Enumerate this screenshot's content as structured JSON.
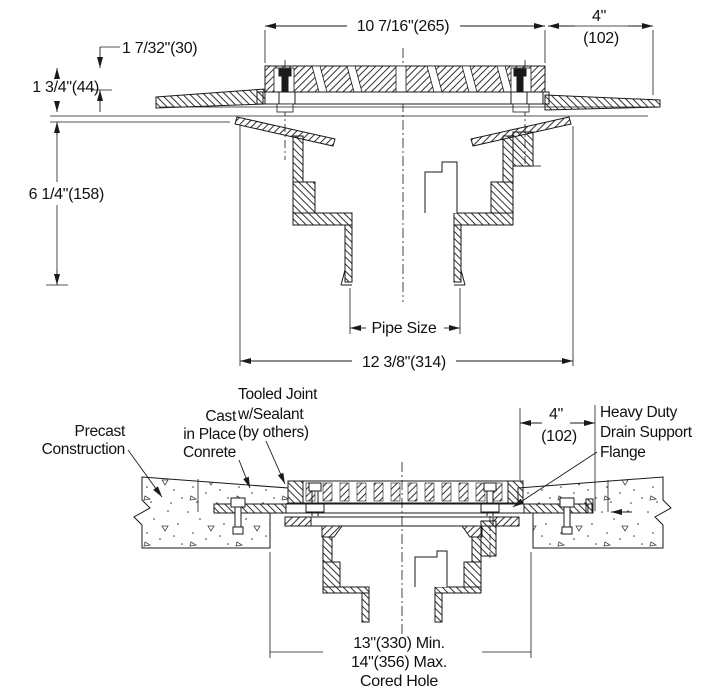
{
  "drawing": {
    "figure1": {
      "dim_grate_width": "10 7/16\"(265)",
      "dim_flange_width": "4\"",
      "dim_flange_width_mm": "(102)",
      "dim_grate_reveal": "1 7/32\"(30)",
      "dim_frame_height": "1 3/4\"(44)",
      "dim_sump_depth": "6 1/4\"(158)",
      "pipe_size_label": "Pipe Size",
      "dim_overall_width": "12 3/8\"(314)"
    },
    "figure2": {
      "precast_line1": "Precast",
      "precast_line2": "Construction",
      "cast_line1": "Cast",
      "cast_line2": "in Place",
      "cast_line3": "Conrete",
      "joint_line1": "Tooled Joint",
      "joint_line2": "w/Sealant",
      "joint_line3": "(by others)",
      "dim_flange_width": "4\"",
      "dim_flange_width_mm": "(102)",
      "flange_line1": "Heavy Duty",
      "flange_line2": "Drain Support",
      "flange_line3": "Flange",
      "cored_hole_line1": "13\"(330) Min.",
      "cored_hole_line2": "14\"(356) Max.",
      "cored_hole_line3": "Cored Hole"
    },
    "colors": {
      "line": "#1a1a1a",
      "background": "#ffffff"
    }
  }
}
